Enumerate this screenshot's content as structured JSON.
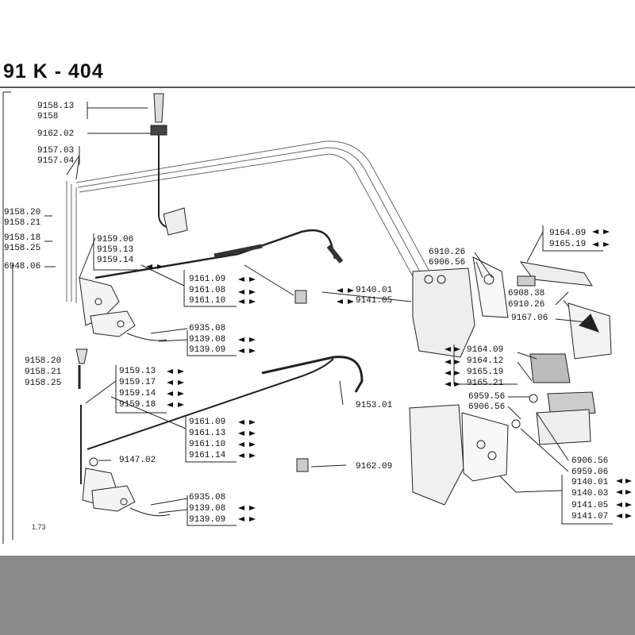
{
  "title": "91 K - 404",
  "footer_code": "1.73",
  "labels": {
    "l1": "9158.13",
    "l2": "9158",
    "l3": "9162.02",
    "l4": "9157.03",
    "l5": "9157.04",
    "l6": "9158.20",
    "l7": "9158.21",
    "l8": "9158.18",
    "l9": "9158.25",
    "l10": "6948.06",
    "l11": "9159.06",
    "l12": "9159.13",
    "l13": "9159.14",
    "l14": "9161.09",
    "l15": "9161.08",
    "l16": "9161.10",
    "l17": "9140.01",
    "l18": "9141.05",
    "l19": "6910.26",
    "l20": "6906.56",
    "l21": "9164.09",
    "l22": "9165.19",
    "l23": "6908.38",
    "l24": "6910.26",
    "l25": "9167.06",
    "l26": "6935.08",
    "l27": "9139.08",
    "l28": "9139.09",
    "l29": "9164.09",
    "l30": "9164.12",
    "l31": "9165.19",
    "l32": "9165.21",
    "l33": "9158.20",
    "l34": "9158.21",
    "l35": "9158.25",
    "l36": "9159.13",
    "l37": "9159.17",
    "l38": "9159.14",
    "l39": "9159.18",
    "l40": "9153.01",
    "l41": "6959.56",
    "l42": "6906.56",
    "l43": "9161.09",
    "l44": "9161.13",
    "l45": "9161.10",
    "l46": "9161.14",
    "l47": "9147.02",
    "l48": "9162.09",
    "l49": "6906.56",
    "l50": "6959.06",
    "l51": "9140.01",
    "l52": "9140.03",
    "l53": "9141.05",
    "l54": "9141.07",
    "l55": "6935.08",
    "l56": "9139.08",
    "l57": "9139.09"
  }
}
